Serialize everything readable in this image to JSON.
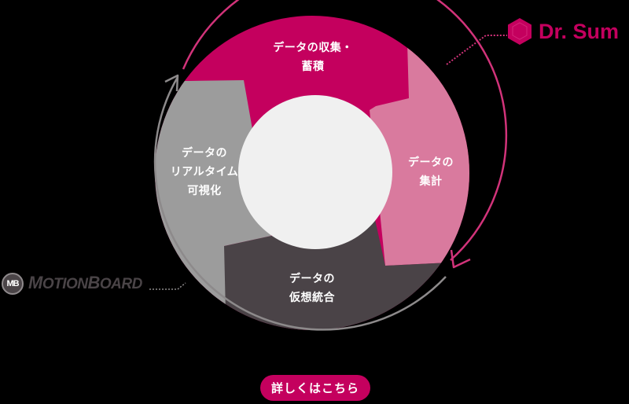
{
  "diagram": {
    "segments": [
      {
        "id": "collect",
        "lines": [
          "データの収集・",
          "蓄積"
        ],
        "color": "#c4005e"
      },
      {
        "id": "aggregate",
        "lines": [
          "データの",
          "集計"
        ],
        "color": "#d97a9e"
      },
      {
        "id": "virtual",
        "lines": [
          "データの",
          "仮想統合"
        ],
        "color": "#4a4347"
      },
      {
        "id": "visualize",
        "lines": [
          "データの",
          "リアルタイム",
          "可視化"
        ],
        "color": "#9c9c9c"
      }
    ],
    "center_color": "#f0f0f0",
    "arc_colors": {
      "drsum": "#d2337a",
      "motionboard": "#8d8a8b"
    }
  },
  "logos": {
    "drsum": {
      "label": "Dr. Sum",
      "color": "#c4005e",
      "icon": "hexagon-icon"
    },
    "motionboard": {
      "label_cap1": "M",
      "label_rest1": "OTION",
      "label_cap2": "B",
      "label_rest2": "OARD",
      "badge": "MB",
      "color": "#4a4447"
    }
  },
  "button": {
    "label": "詳しくはこちら",
    "color": "#c4005e"
  }
}
